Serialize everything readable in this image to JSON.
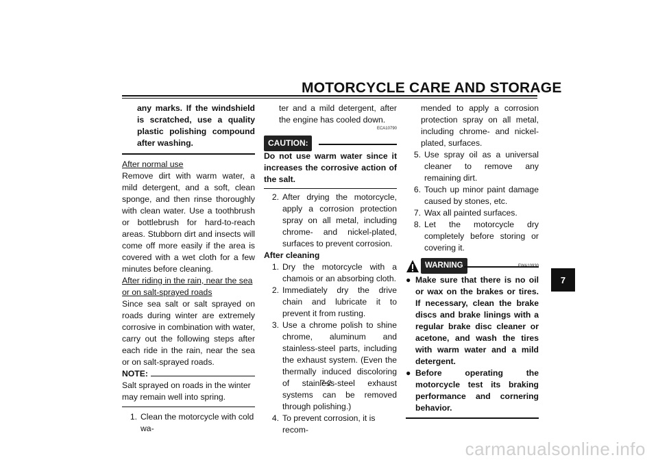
{
  "header": {
    "title": "MOTORCYCLE CARE AND STORAGE"
  },
  "col1": {
    "intro_bold": "any marks. If the windshield is scratched, use a quality plastic polishing compound after washing.",
    "heading1": "After normal use",
    "para1": "Remove dirt with warm water, a mild detergent, and a soft, clean sponge, and then rinse thoroughly with clean water. Use a toothbrush or bottlebrush for hard-to-reach areas. Stubborn dirt and insects will come off more easily if the area is covered with a wet cloth for a few minutes before cleaning.",
    "heading2": "After riding in the rain, near the sea or on salt-sprayed roads",
    "para2": "Since sea salt or salt sprayed on roads during winter are extremely corrosive in combination with water, carry out the following steps after each ride in the rain, near the sea or on salt-sprayed roads.",
    "note_label": "NOTE:",
    "note_text": "Salt sprayed on roads in the winter may remain well into spring.",
    "step1_num": "1.",
    "step1_text": "Clean the motorcycle with cold wa-"
  },
  "col2": {
    "step1_cont": "ter and a mild detergent, after the engine has cooled down.",
    "caution_code": "ECA10790",
    "caution_label": "CAUTION:",
    "caution_text": "Do not use warm water since it increases the corrosive action of the salt.",
    "step2_num": "2.",
    "step2_text": "After drying the motorcycle, apply a corrosion protection spray on all metal, including chrome- and nickel-plated, surfaces to prevent corrosion.",
    "heading3": "After cleaning",
    "steps": [
      {
        "num": "1.",
        "text": "Dry the motorcycle with a chamois or an absorbing cloth."
      },
      {
        "num": "2.",
        "text": "Immediately dry the drive chain and lubricate it to prevent it from rusting."
      },
      {
        "num": "3.",
        "text": "Use a chrome polish to shine chrome, aluminum and stainless-steel parts, including the exhaust system. (Even the thermally induced discoloring of stainless-steel exhaust systems can be removed through polishing.)"
      },
      {
        "num": "4.",
        "text": "To prevent corrosion, it is recom-"
      }
    ]
  },
  "col3": {
    "step4_cont": "mended to apply a corrosion protection spray on all metal, including chrome- and nickel-plated, surfaces.",
    "steps": [
      {
        "num": "5.",
        "text": "Use spray oil as a universal cleaner to remove any remaining dirt."
      },
      {
        "num": "6.",
        "text": "Touch up minor paint damage caused by stones, etc."
      },
      {
        "num": "7.",
        "text": "Wax all painted surfaces."
      },
      {
        "num": "8.",
        "text": "Let the motorcycle dry completely before storing or covering it."
      }
    ],
    "warning_code": "EWA10930",
    "warning_label": "WARNING",
    "warnings": [
      {
        "bullet": "●",
        "text": "Make sure that there is no oil or wax on the brakes or tires. If necessary, clean the brake discs and brake linings with a regular brake disc cleaner or acetone, and wash the tires with warm water and a mild detergent."
      },
      {
        "bullet": "●",
        "text": "Before operating the motorcycle test its braking performance and cornering behavior."
      }
    ]
  },
  "footer": {
    "page_number": "7-2"
  },
  "side_tab": {
    "label": "7"
  },
  "watermark": {
    "text": "carmanualsonline.info"
  }
}
